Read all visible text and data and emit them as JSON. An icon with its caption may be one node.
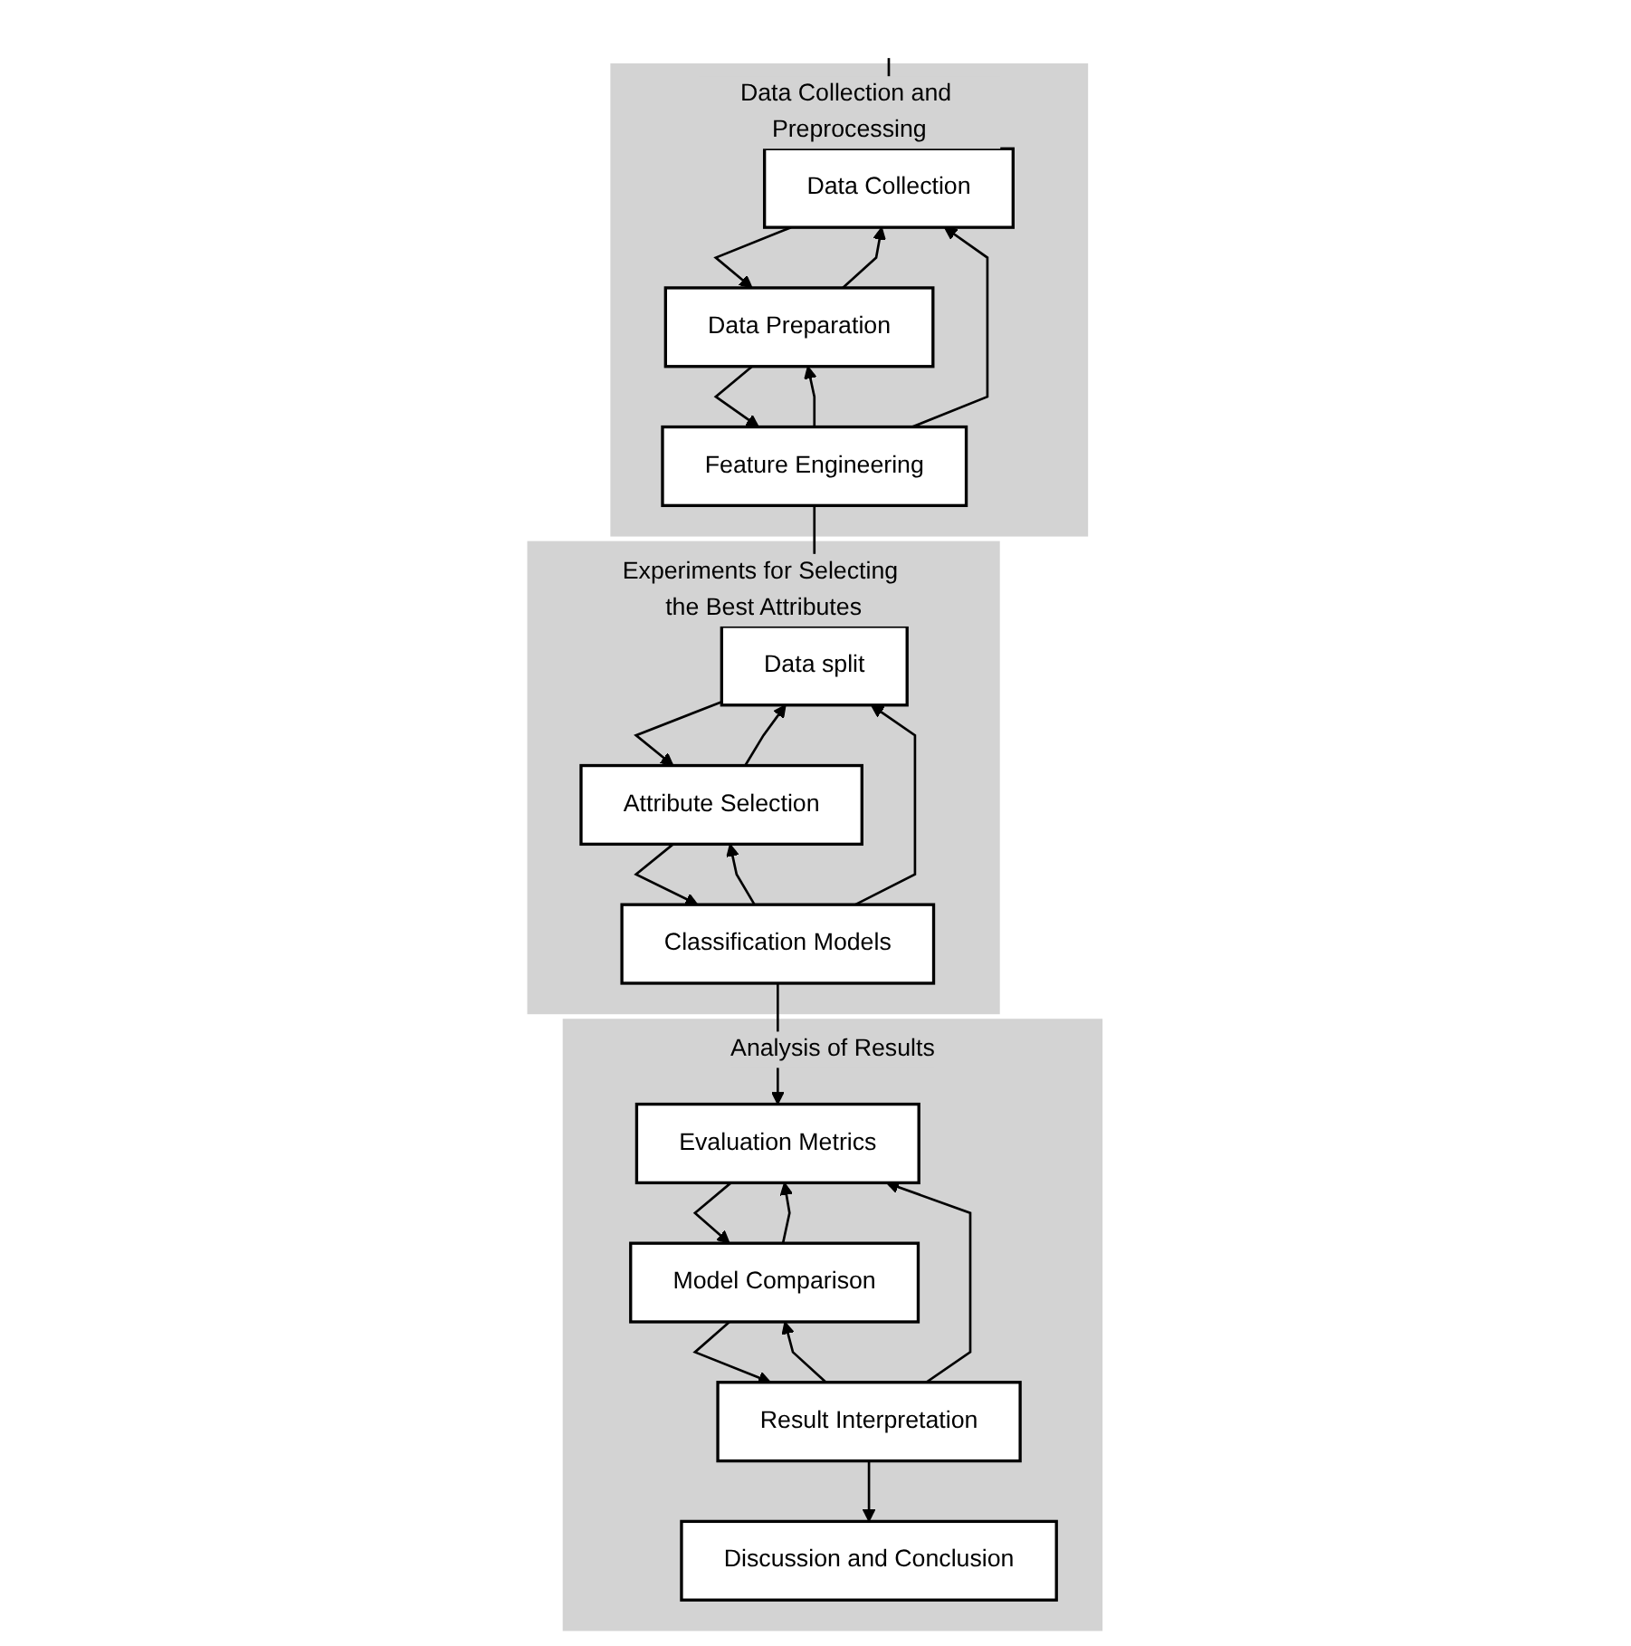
{
  "diagram": {
    "nodes": [
      {
        "text": [
          "Data Collection and Preprocessing"
        ]
      },
      {
        "text": [
          "Data Collection"
        ],
        "in": 0
      },
      {
        "text": [
          "Data Preparation"
        ],
        "in": 0
      },
      {
        "text": [
          "Feature Engineering"
        ],
        "in": 0
      },
      {
        "text": [
          "Experiments for Selecting the Best Attributes"
        ]
      },
      {
        "text": [
          "Data split"
        ],
        "in": 4
      },
      {
        "text": [
          "Attribute Selection"
        ],
        "in": 4
      },
      {
        "text": [
          "Classification Models"
        ],
        "in": 4
      },
      {
        "text": [
          "Analysis of Results"
        ]
      },
      {
        "text": [
          "Evaluation Metrics"
        ],
        "in": 8
      },
      {
        "text": [
          "Model Comparison"
        ],
        "in": 8
      },
      {
        "text": [
          "Result Interpretation"
        ],
        "in": 8
      },
      {
        "text": [
          "Discussion and Conclusion"
        ],
        "in": 8
      }
    ],
    "edges": [
      {
        "from": null,
        "to": 1,
        "arrow": "to"
      },
      {
        "from": 1,
        "to": 2,
        "arrow": "to"
      },
      {
        "from": 2,
        "to": 1,
        "arrow": "to"
      },
      {
        "from": 2,
        "to": 3,
        "arrow": "to"
      },
      {
        "from": 3,
        "to": 2,
        "arrow": "to"
      },
      {
        "from": 3,
        "to": 1,
        "arrow": "to"
      },
      {
        "from": 3,
        "to": 5,
        "arrow": "to"
      },
      {
        "from": 5,
        "to": 6,
        "arrow": "to"
      },
      {
        "from": 6,
        "to": 5,
        "arrow": "to"
      },
      {
        "from": 6,
        "to": 7,
        "arrow": "to"
      },
      {
        "from": 7,
        "to": 6,
        "arrow": "to"
      },
      {
        "from": 7,
        "to": 5,
        "arrow": "to"
      },
      {
        "from": 7,
        "to": 9,
        "arrow": "to"
      },
      {
        "from": 9,
        "to": 10,
        "arrow": "to"
      },
      {
        "from": 10,
        "to": 9,
        "arrow": "to"
      },
      {
        "from": 10,
        "to": 11,
        "arrow": "to"
      },
      {
        "from": 11,
        "to": 10,
        "arrow": "to"
      },
      {
        "from": 11,
        "to": 9,
        "arrow": "to"
      },
      {
        "from": 11,
        "to": 12,
        "arrow": "to"
      }
    ]
  }
}
